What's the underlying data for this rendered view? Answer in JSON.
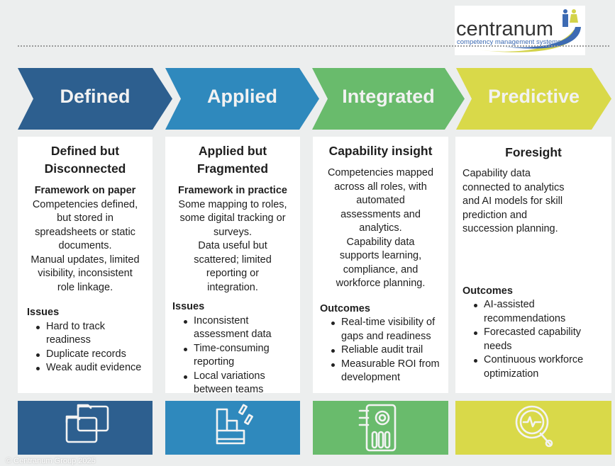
{
  "logo": {
    "name": "centranum",
    "tagline": "competency management systems"
  },
  "colors": {
    "defined": "#2d5f8f",
    "applied": "#2f89bd",
    "integrated": "#69bb6c",
    "predictive": "#d9d949"
  },
  "stages": [
    {
      "label": "Defined",
      "title1": "Defined but",
      "title2": "Disconnected",
      "subtitle": "Framework on paper",
      "body": [
        "Competencies defined,",
        "but stored in",
        "spreadsheets or static",
        "documents.",
        "Manual updates, limited",
        "visibility, inconsistent",
        "role linkage."
      ],
      "section": "Issues",
      "bullets": [
        "Hard to track readiness",
        "Duplicate records",
        "Weak audit evidence"
      ],
      "icon": "folders-icon"
    },
    {
      "label": "Applied",
      "title1": "Applied but",
      "title2": "Fragmented",
      "subtitle": "Framework in practice",
      "body": [
        "Some mapping to roles,",
        "some digital tracking or",
        "surveys.",
        "Data useful but",
        "scattered; limited",
        "reporting or",
        "integration."
      ],
      "section": "Issues",
      "bullets": [
        "Inconsistent assessment data",
        "Time-consuming reporting",
        "Local variations between teams"
      ],
      "icon": "blocks-icon"
    },
    {
      "label": "Integrated",
      "title1": "Capability insight",
      "body": [
        "Competencies mapped",
        "across all roles, with",
        "automated",
        "assessments and",
        "analytics.",
        "Capability data",
        "supports learning,",
        "compliance, and",
        "workforce planning."
      ],
      "section": "Outcomes",
      "bullets": [
        "Real-time visibility of gaps and readiness",
        "Reliable audit trail",
        "Measurable ROI from development"
      ],
      "icon": "gear-circuit-icon"
    },
    {
      "label": "Predictive",
      "title1": "Foresight",
      "body": [
        "Capability data",
        "connected to analytics",
        "and AI models for skill",
        "prediction and",
        "succession planning."
      ],
      "section": "Outcomes",
      "bullets": [
        "AI-assisted recommendations",
        "Forecasted capability needs",
        "Continuous workforce optimization"
      ],
      "icon": "magnifier-pulse-icon"
    }
  ],
  "footer": "© Centranum Group 2025"
}
